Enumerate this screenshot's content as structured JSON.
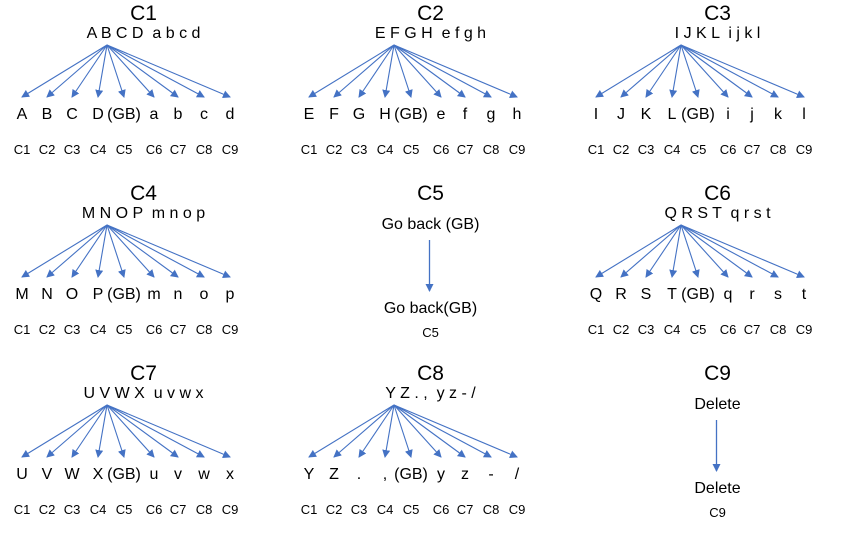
{
  "panels": [
    {
      "title": "C1",
      "chars": "A B C D  a b c d",
      "labels": [
        "A",
        "B",
        "C",
        "D",
        "(GB)",
        "a",
        "b",
        "c",
        "d"
      ],
      "codes": [
        "C1",
        "C2",
        "C3",
        "C4",
        "C5",
        "C6",
        "C7",
        "C8",
        "C9"
      ]
    },
    {
      "title": "C2",
      "chars": "E F G H  e f g h",
      "labels": [
        "E",
        "F",
        "G",
        "H",
        "(GB)",
        "e",
        "f",
        "g",
        "h"
      ],
      "codes": [
        "C1",
        "C2",
        "C3",
        "C4",
        "C5",
        "C6",
        "C7",
        "C8",
        "C9"
      ]
    },
    {
      "title": "C3",
      "chars": "I J K L  i j k l",
      "labels": [
        "I",
        "J",
        "K",
        "L",
        "(GB)",
        "i",
        "j",
        "k",
        "l"
      ],
      "codes": [
        "C1",
        "C2",
        "C3",
        "C4",
        "C5",
        "C6",
        "C7",
        "C8",
        "C9"
      ]
    },
    {
      "title": "C4",
      "chars": "M N O P  m n o p",
      "labels": [
        "M",
        "N",
        "O",
        "P",
        "(GB)",
        "m",
        "n",
        "o",
        "p"
      ],
      "codes": [
        "C1",
        "C2",
        "C3",
        "C4",
        "C5",
        "C6",
        "C7",
        "C8",
        "C9"
      ]
    },
    {
      "title": "C5",
      "single": true,
      "top": "Go back (GB)",
      "bottom": "Go back(GB)",
      "code": "C5"
    },
    {
      "title": "C6",
      "chars": "Q R S T  q r s t",
      "labels": [
        "Q",
        "R",
        "S",
        "T",
        "(GB)",
        "q",
        "r",
        "s",
        "t"
      ],
      "codes": [
        "C1",
        "C2",
        "C3",
        "C4",
        "C5",
        "C6",
        "C7",
        "C8",
        "C9"
      ]
    },
    {
      "title": "C7",
      "chars": "U V W X  u v w x",
      "labels": [
        "U",
        "V",
        "W",
        "X",
        "(GB)",
        "u",
        "v",
        "w",
        "x"
      ],
      "codes": [
        "C1",
        "C2",
        "C3",
        "C4",
        "C5",
        "C6",
        "C7",
        "C8",
        "C9"
      ]
    },
    {
      "title": "C8",
      "chars": "Y Z . ,  y z - /",
      "labels": [
        "Y",
        "Z",
        ".",
        ",",
        "(GB)",
        "y",
        "z",
        "-",
        "/"
      ],
      "codes": [
        "C1",
        "C2",
        "C3",
        "C4",
        "C5",
        "C6",
        "C7",
        "C8",
        "C9"
      ]
    },
    {
      "title": "C9",
      "single": true,
      "top": "Delete",
      "bottom": "Delete",
      "code": "C9"
    }
  ],
  "arrow_color": "#4472C4"
}
